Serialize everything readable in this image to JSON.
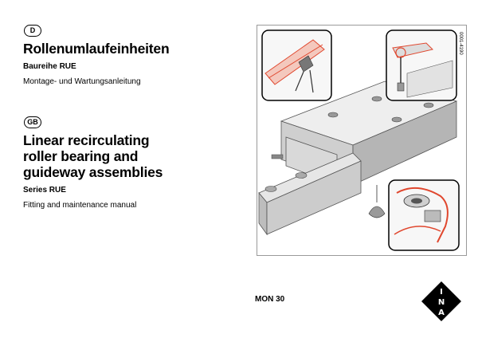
{
  "sections": {
    "de": {
      "lang_code": "D",
      "title": "Rollenumlaufeinheiten",
      "series": "Baureihe RUE",
      "manual": "Montage- und Wartungsanleitung"
    },
    "en": {
      "lang_code": "GB",
      "title_lines": [
        "Linear recirculating",
        "roller bearing and",
        "guideway assemblies"
      ],
      "series": "Series RUE",
      "manual": "Fitting and maintenance manual"
    }
  },
  "figure": {
    "code": "0001-4190"
  },
  "document_number": "MON 30",
  "logo": {
    "letters": [
      "I",
      "N",
      "A"
    ]
  },
  "colors": {
    "accent": "#e0472e",
    "frame": "#9a9a9a"
  }
}
